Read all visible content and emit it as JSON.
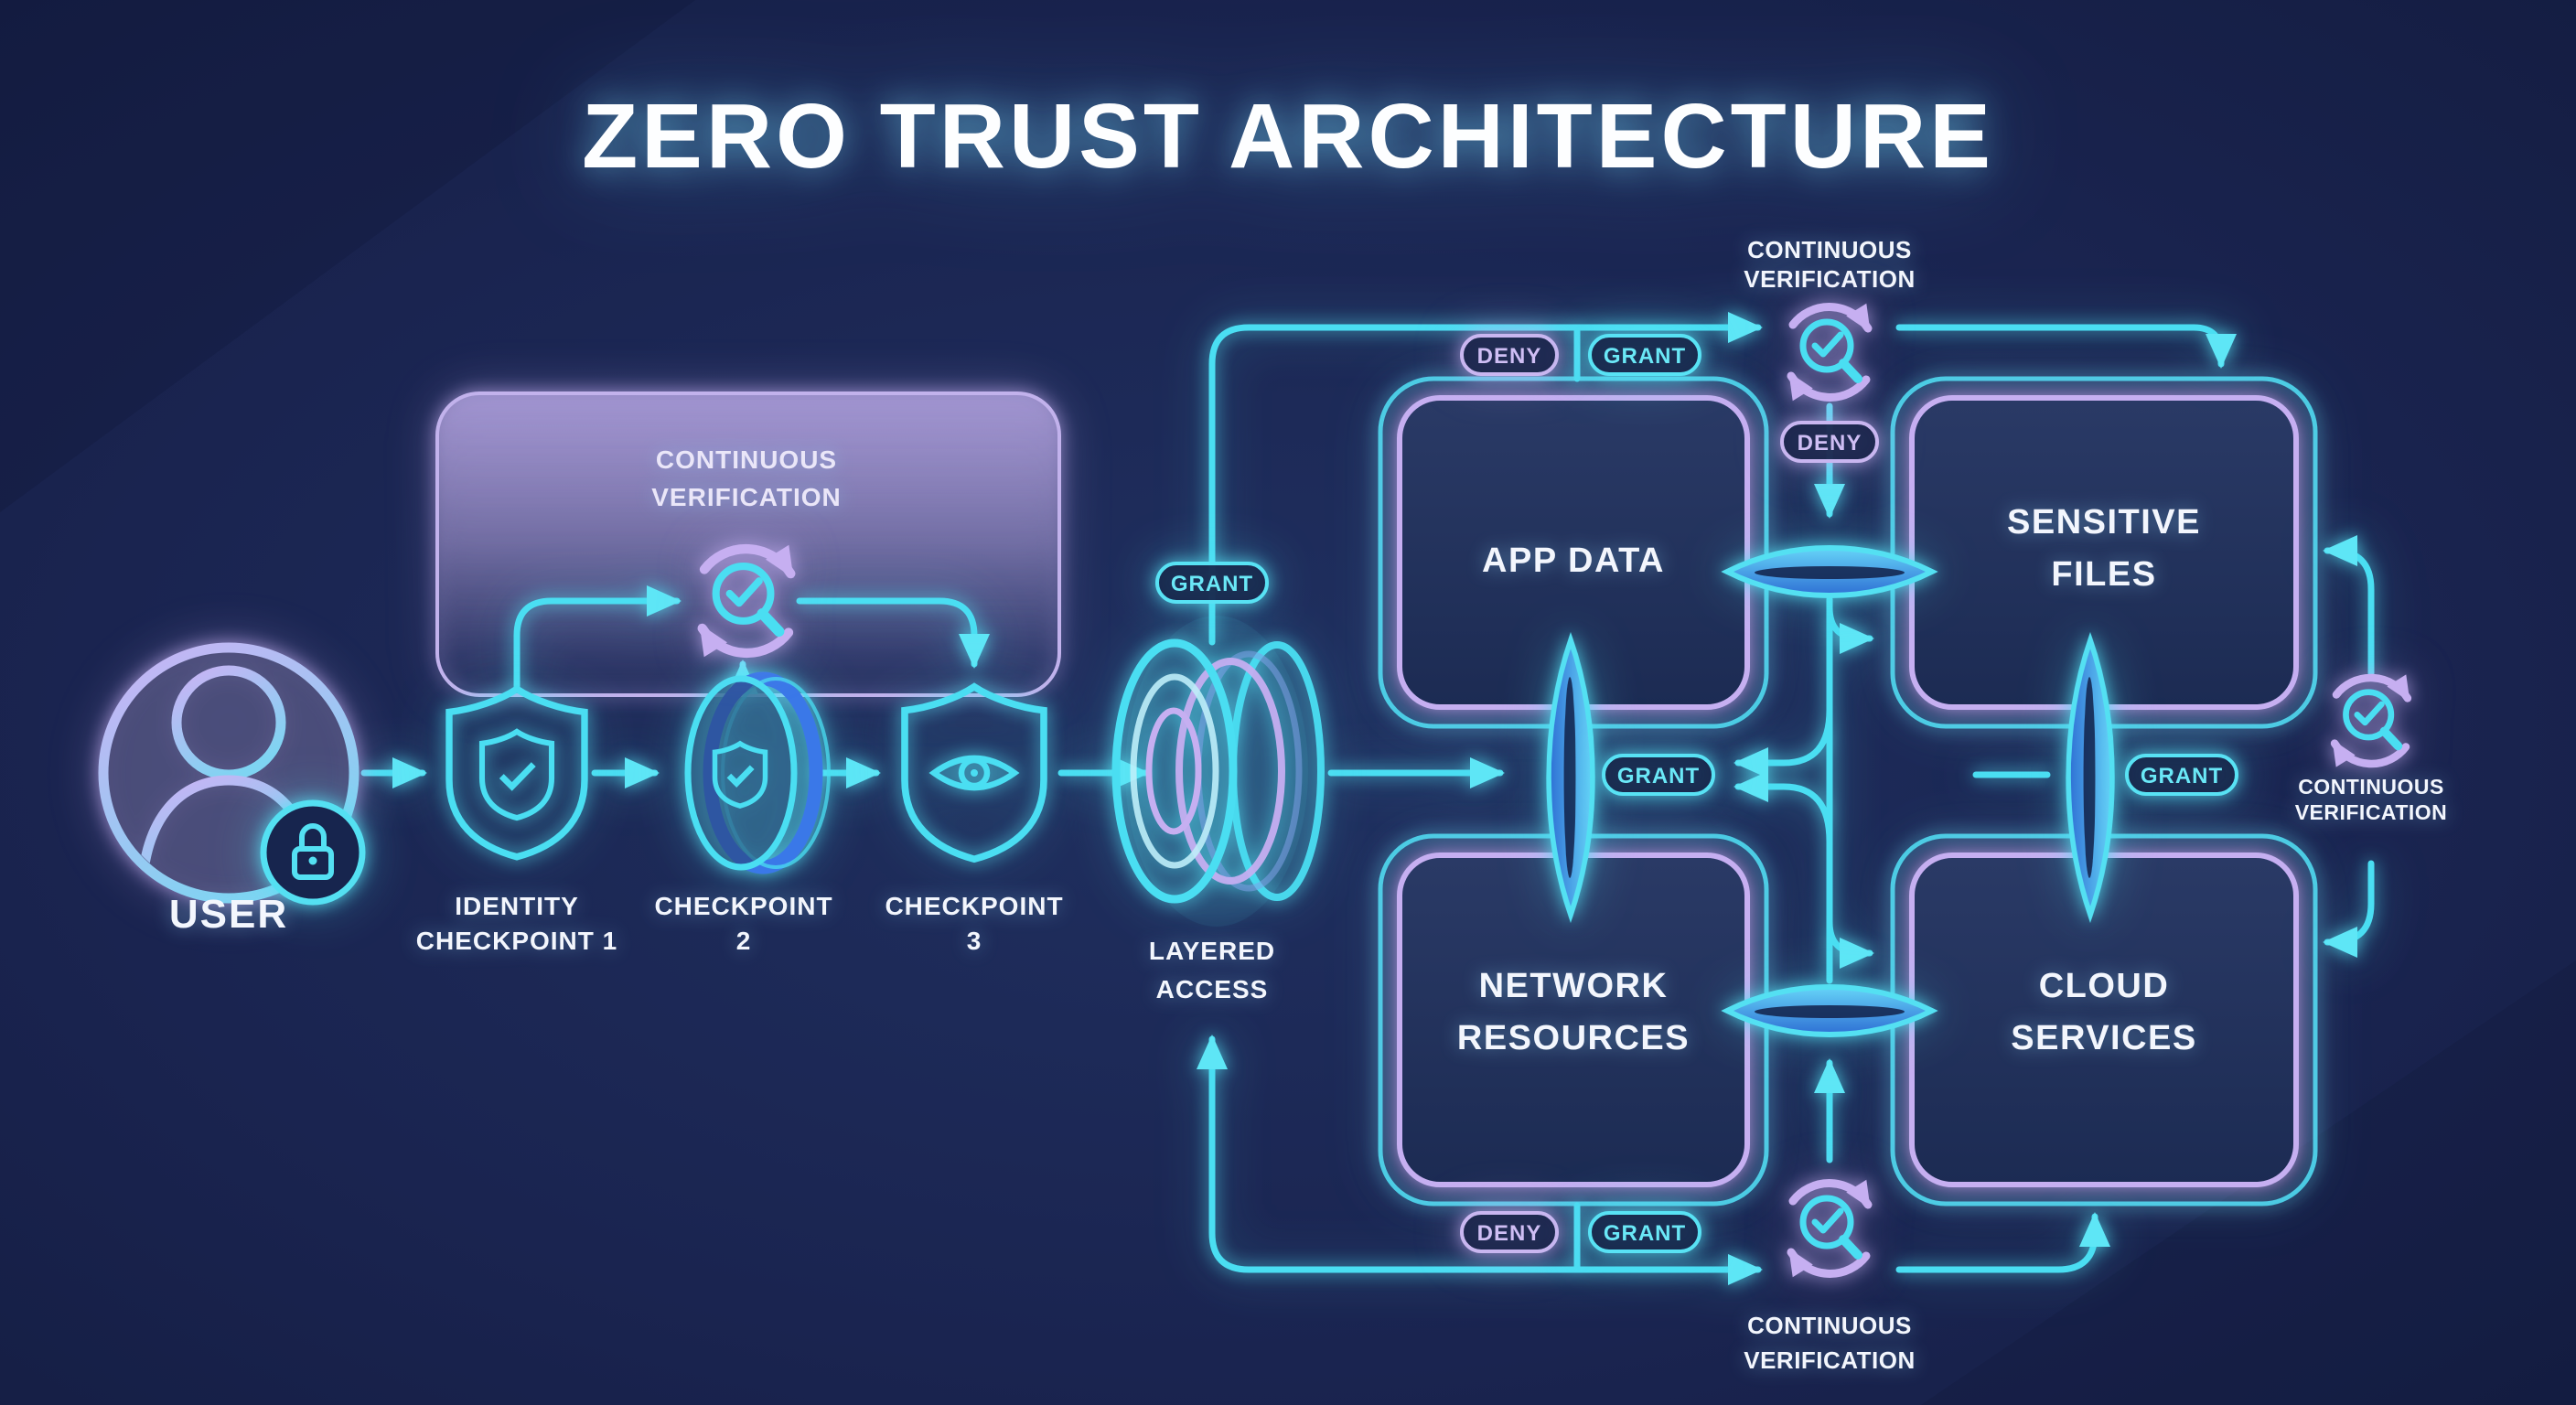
{
  "title": "ZERO TRUST ARCHITECTURE",
  "colors": {
    "background": "#1a2450",
    "neon_cyan": "#4adef2",
    "neon_purple": "#c6aff1",
    "text_white": "#f3f6fd",
    "lens_blue": "#2e6fd4"
  },
  "badges": {
    "grant": "GRANT",
    "deny": "DENY"
  },
  "nodes": {
    "user": {
      "label": "USER"
    },
    "checkpoint1": {
      "label_line1": "IDENTITY",
      "label_line2": "CHECKPOINT 1"
    },
    "checkpoint2": {
      "label_line1": "CHECKPOINT",
      "label_line2": "2"
    },
    "checkpoint3": {
      "label_line1": "CHECKPOINT",
      "label_line2": "3"
    },
    "layered_access": {
      "label_line1": "LAYERED",
      "label_line2": "ACCESS"
    },
    "continuous_verification": {
      "label_line1": "CONTINUOUS",
      "label_line2": "VERIFICATION"
    },
    "app_data": {
      "label": "APP DATA"
    },
    "sensitive_files": {
      "label_line1": "SENSITIVE",
      "label_line2": "FILES"
    },
    "network_resources": {
      "label_line1": "NETWORK",
      "label_line2": "RESOURCES"
    },
    "cloud_services": {
      "label_line1": "CLOUD",
      "label_line2": "SERVICES"
    }
  }
}
